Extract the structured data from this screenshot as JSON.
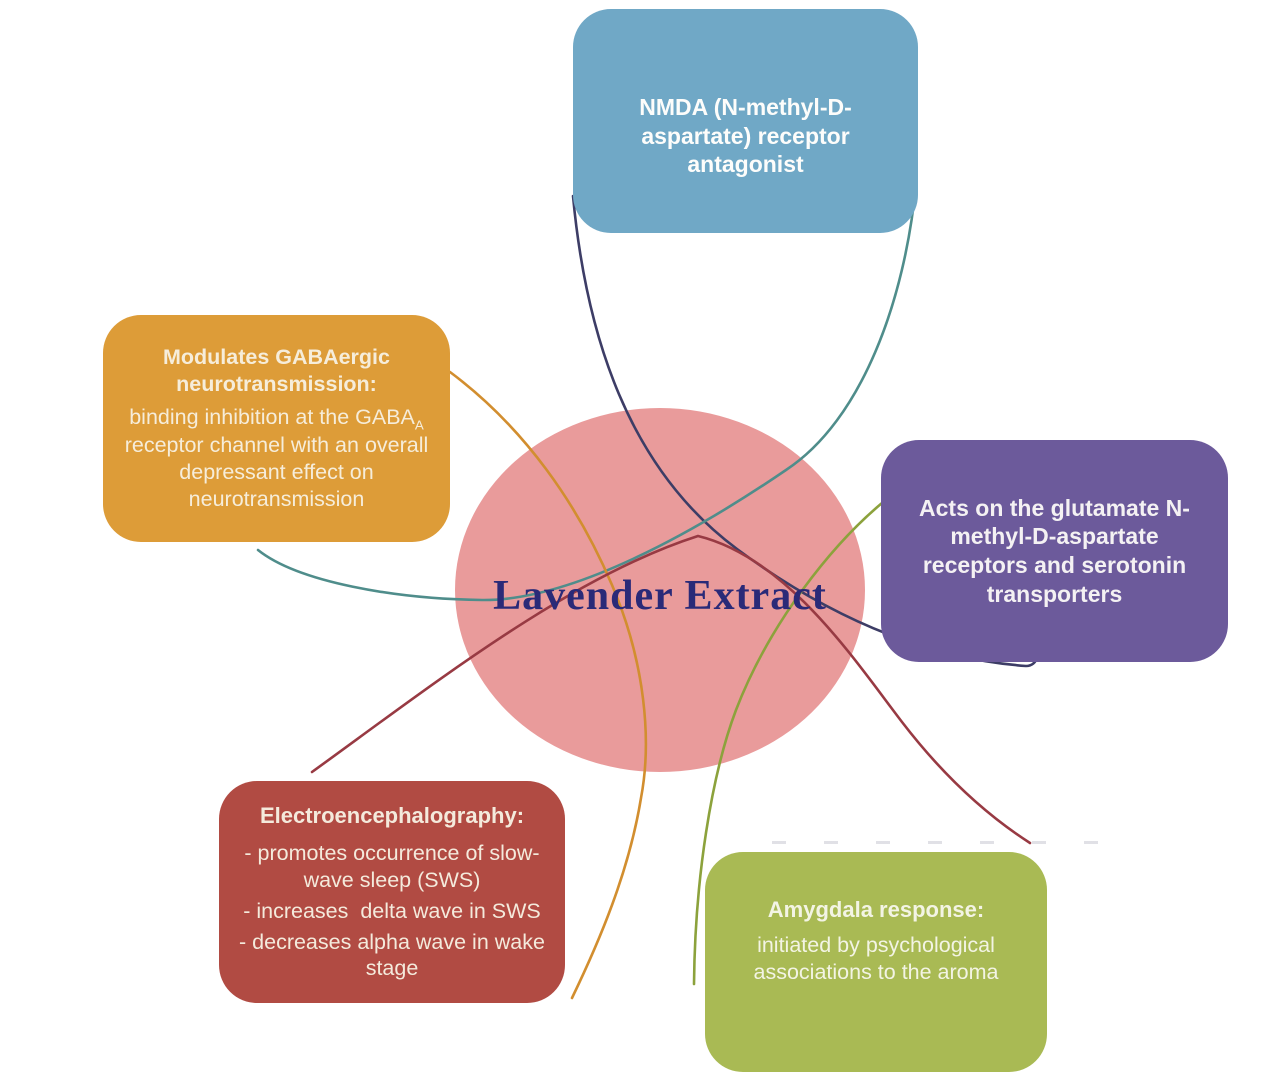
{
  "diagram": {
    "center": {
      "label": "Lavender Extract"
    },
    "colors": {
      "center_fill": "#E99B9B",
      "center_text": "#2A2A78",
      "nmda_fill": "#70A8C6",
      "gaba_fill": "#DD9C38",
      "glutamate_fill": "#6C5A9B",
      "eeg_fill": "#B14B43",
      "amygdala_fill": "#A9BA54",
      "arc_navy": "#3D3D66",
      "arc_teal": "#4F8D8B",
      "arc_orange": "#D28E2F",
      "arc_maroon": "#983A43",
      "arc_green": "#8CA23C"
    },
    "nodes": {
      "nmda": {
        "title": "NMDA (N-methyl-D-aspartate) receptor antagonist"
      },
      "gaba": {
        "title": "Modulates GABAergic neurotransmission:",
        "body_pre": "binding inhibition at the GABA",
        "body_sub": "A",
        "body_post": " receptor channel with an overall depressant effect on neurotransmission"
      },
      "glutamate": {
        "title": "Acts on the glutamate N-methyl-D-aspartate receptors and serotonin transporters"
      },
      "eeg": {
        "title": "Electroencephalography:",
        "bullets": [
          "- promotes occurrence of slow-wave sleep (SWS)",
          "- increases  delta wave in SWS",
          "- decreases alpha wave in wake stage"
        ]
      },
      "amygdala": {
        "title": "Amygdala response:",
        "body": "initiated by psychological associations to the aroma"
      }
    }
  }
}
